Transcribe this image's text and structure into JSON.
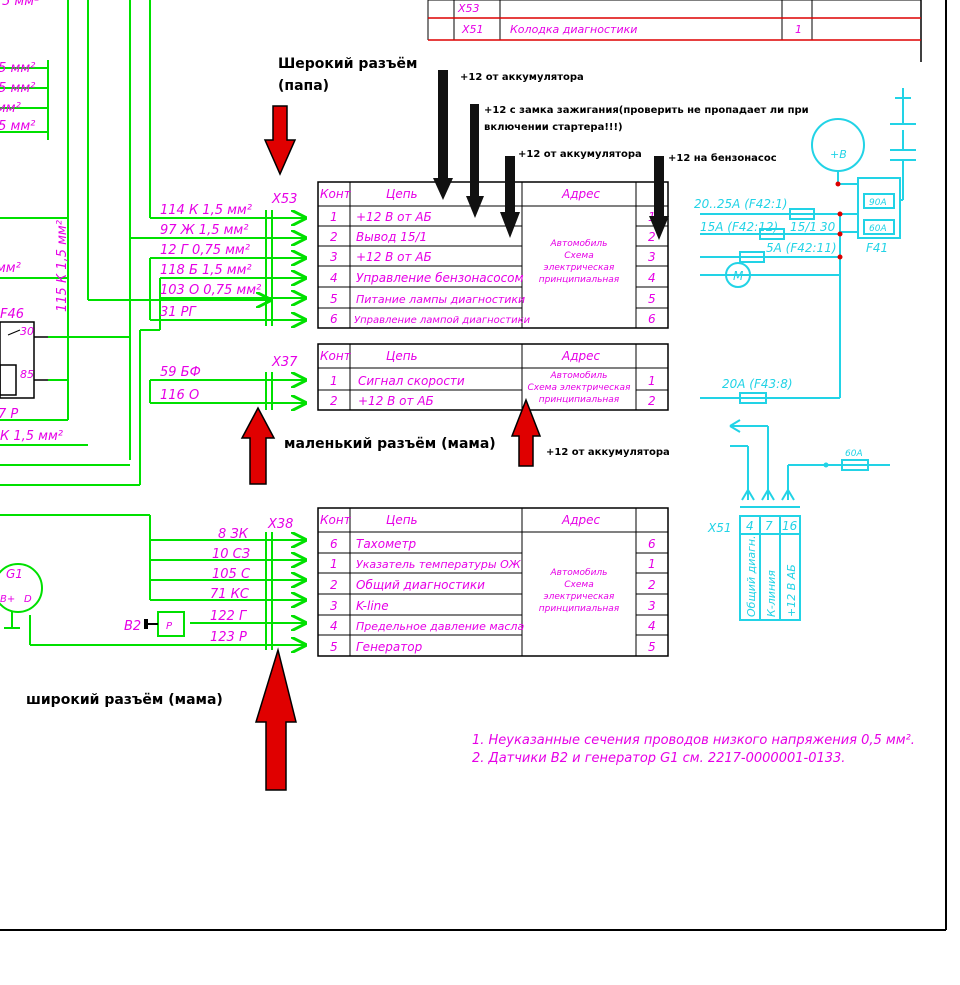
{
  "top_table": {
    "row1_code": "X53",
    "row2_code": "X51",
    "row2_name": "Колодка диагностики",
    "row2_qty": "1"
  },
  "annotations": {
    "wide_male": [
      "Шерокий разъём",
      "(папа)"
    ],
    "small_female": "маленький разъём (мама)",
    "wide_female": "широкий разъём (мама)",
    "batt1": "+12 от аккумулятора",
    "ign": [
      "+12 с замка зажигания(проверить не пропадает ли при",
      "включении стартера!!!)"
    ],
    "batt2": "+12 от аккумулятора",
    "fuelpump": "+12 на бензонасос",
    "batt3": "+12 от аккумулятора"
  },
  "left_partial": {
    "wires": [
      "5 мм²",
      ",5 мм²",
      ",5 мм²",
      "мм²",
      ",5 мм²",
      "мм²"
    ],
    "vert": "115 К 1,5 мм²",
    "f46": "F46",
    "p30": "30",
    "p85": "85",
    "p7": "7 Р",
    "k15": "К 1,5 мм²",
    "g1": "G1",
    "bplus": "B+",
    "d": "D",
    "b2": "B2",
    "p": "P"
  },
  "x53": {
    "label": "X53",
    "wires": [
      "114 К 1,5 мм²",
      "97 Ж 1,5 мм²",
      "12 Г 0,75 мм²",
      "118 Б 1,5 мм²",
      "103 О 0,75 мм²",
      "31 РГ"
    ],
    "headers": [
      "Конт",
      "Цепь",
      "Адрес"
    ],
    "rows": [
      {
        "n": "1",
        "c": "+12 В от АБ",
        "p": "1"
      },
      {
        "n": "2",
        "c": "Вывод 15/1",
        "p": "2"
      },
      {
        "n": "3",
        "c": "+12 В от АБ",
        "p": "3"
      },
      {
        "n": "4",
        "c": "Управление бензонасосом",
        "p": "4"
      },
      {
        "n": "5",
        "c": "Питание лампы диагностики",
        "p": "5"
      },
      {
        "n": "6",
        "c": "Управление лампой диагностики",
        "p": "6"
      }
    ],
    "address": [
      "Автомобиль",
      "Схема",
      "электрическая",
      "принципиальная"
    ]
  },
  "x37": {
    "label": "X37",
    "wires": [
      "59 БФ",
      "116 О"
    ],
    "headers": [
      "Конт",
      "Цепь",
      "Адрес"
    ],
    "rows": [
      {
        "n": "1",
        "c": "Сигнал скорости",
        "p": "1"
      },
      {
        "n": "2",
        "c": "+12 В от АБ",
        "p": "2"
      }
    ],
    "address": [
      "Автомобиль",
      "Схема электрическая",
      "принципиальная"
    ]
  },
  "x38": {
    "label": "X38",
    "wires": [
      "8 ЗК",
      "10 СЗ",
      "105 С",
      "71 КС",
      "122 Г",
      "123 Р"
    ],
    "headers": [
      "Конт",
      "Цепь",
      "Адрес"
    ],
    "rows": [
      {
        "n": "6",
        "c": "Тахометр",
        "p": "6"
      },
      {
        "n": "1",
        "c": "Указатель температуры ОЖ",
        "p": "1"
      },
      {
        "n": "2",
        "c": "Общий диагностики",
        "p": "2"
      },
      {
        "n": "3",
        "c": "K-line",
        "p": "3"
      },
      {
        "n": "4",
        "c": "Предельное давление масла",
        "p": "4"
      },
      {
        "n": "5",
        "c": "Генератор",
        "p": "5"
      }
    ],
    "address": [
      "Автомобиль",
      "Схема",
      "электрическая",
      "принципиальная"
    ]
  },
  "cyan": {
    "f1": "20..25А (F42:1)",
    "f2": "15А (F42:12)",
    "t151": "15/1",
    "t30": "30",
    "f3": "5А (F42:11)",
    "m": "М",
    "b": "+В",
    "f90": "90А",
    "f60": "60А",
    "f41": "F41",
    "f4": "20А (F43:8)",
    "f5": "60А",
    "x51": "X51",
    "pins": [
      "4",
      "7",
      "16"
    ],
    "pin_labels": [
      "Общий диагн.",
      "К-линия",
      "+12 В АБ"
    ]
  },
  "notes": [
    "1. Неуказанные сечения проводов низкого напряжения 0,5 мм².",
    "2. Датчики В2 и генератор G1 см. 2217-0000001-0133."
  ]
}
